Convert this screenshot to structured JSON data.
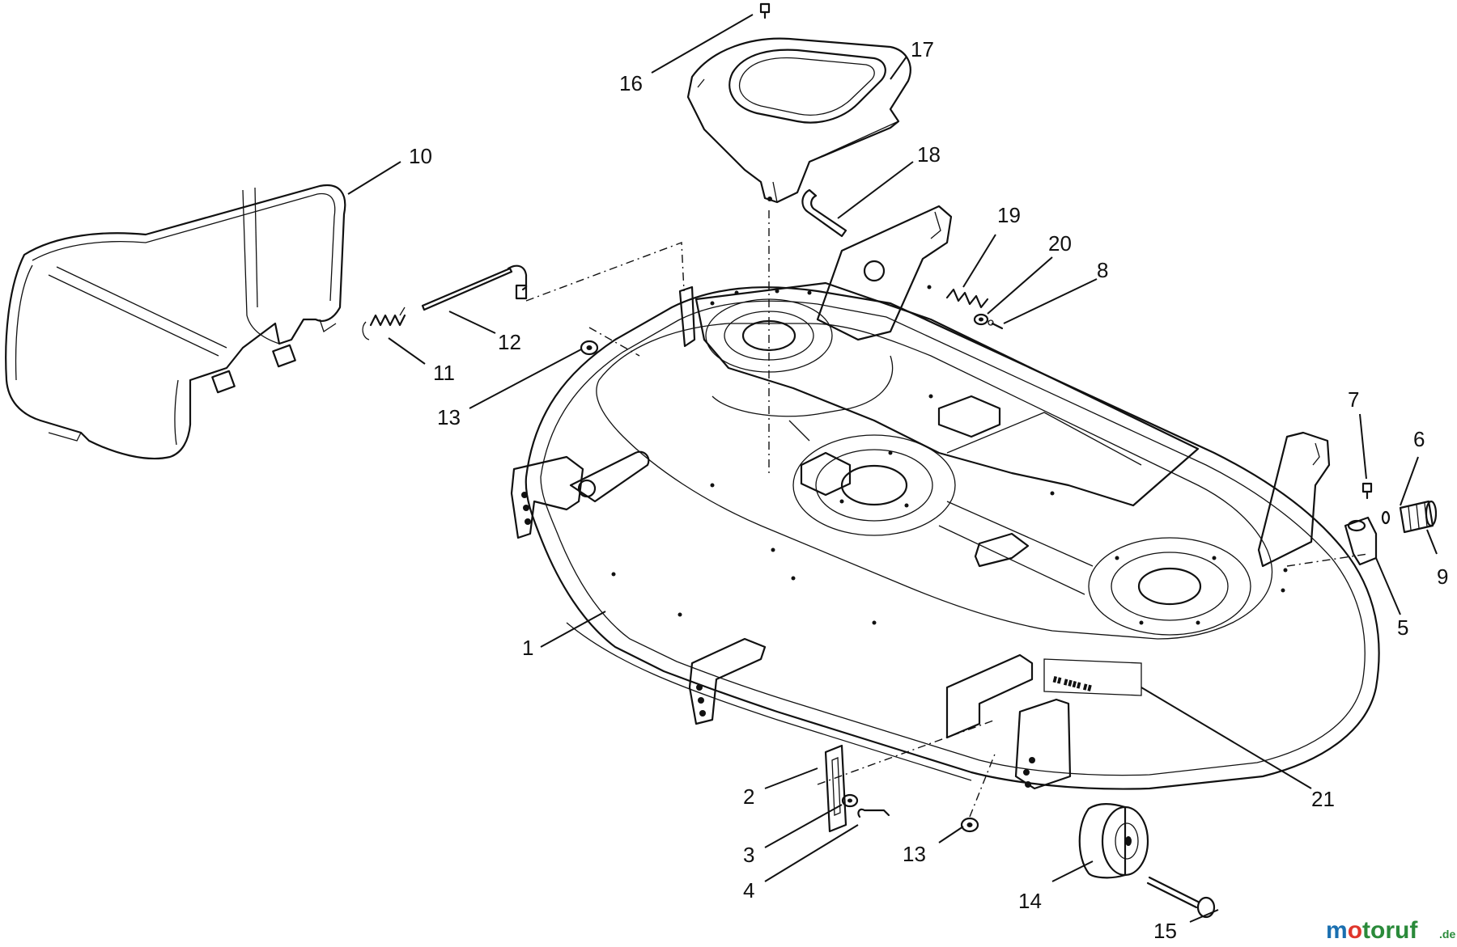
{
  "diagram": {
    "callouts": [
      {
        "id": "c1",
        "label": "1"
      },
      {
        "id": "c2",
        "label": "2"
      },
      {
        "id": "c3",
        "label": "3"
      },
      {
        "id": "c4",
        "label": "4"
      },
      {
        "id": "c5",
        "label": "5"
      },
      {
        "id": "c6",
        "label": "6"
      },
      {
        "id": "c7",
        "label": "7"
      },
      {
        "id": "c8",
        "label": "8"
      },
      {
        "id": "c9",
        "label": "9"
      },
      {
        "id": "c10",
        "label": "10"
      },
      {
        "id": "c11",
        "label": "11"
      },
      {
        "id": "c12",
        "label": "12"
      },
      {
        "id": "c13a",
        "label": "13"
      },
      {
        "id": "c13b",
        "label": "13"
      },
      {
        "id": "c14",
        "label": "14"
      },
      {
        "id": "c15",
        "label": "15"
      },
      {
        "id": "c16",
        "label": "16"
      },
      {
        "id": "c17",
        "label": "17"
      },
      {
        "id": "c18",
        "label": "18"
      },
      {
        "id": "c19",
        "label": "19"
      },
      {
        "id": "c20",
        "label": "20"
      },
      {
        "id": "c21",
        "label": "21"
      }
    ]
  },
  "watermark": {
    "main": "motoruf",
    "suffix": ".de",
    "colors": {
      "m": "#1a6fb0",
      "o": "#e0362c",
      "rest": "#2a8a3a"
    }
  }
}
